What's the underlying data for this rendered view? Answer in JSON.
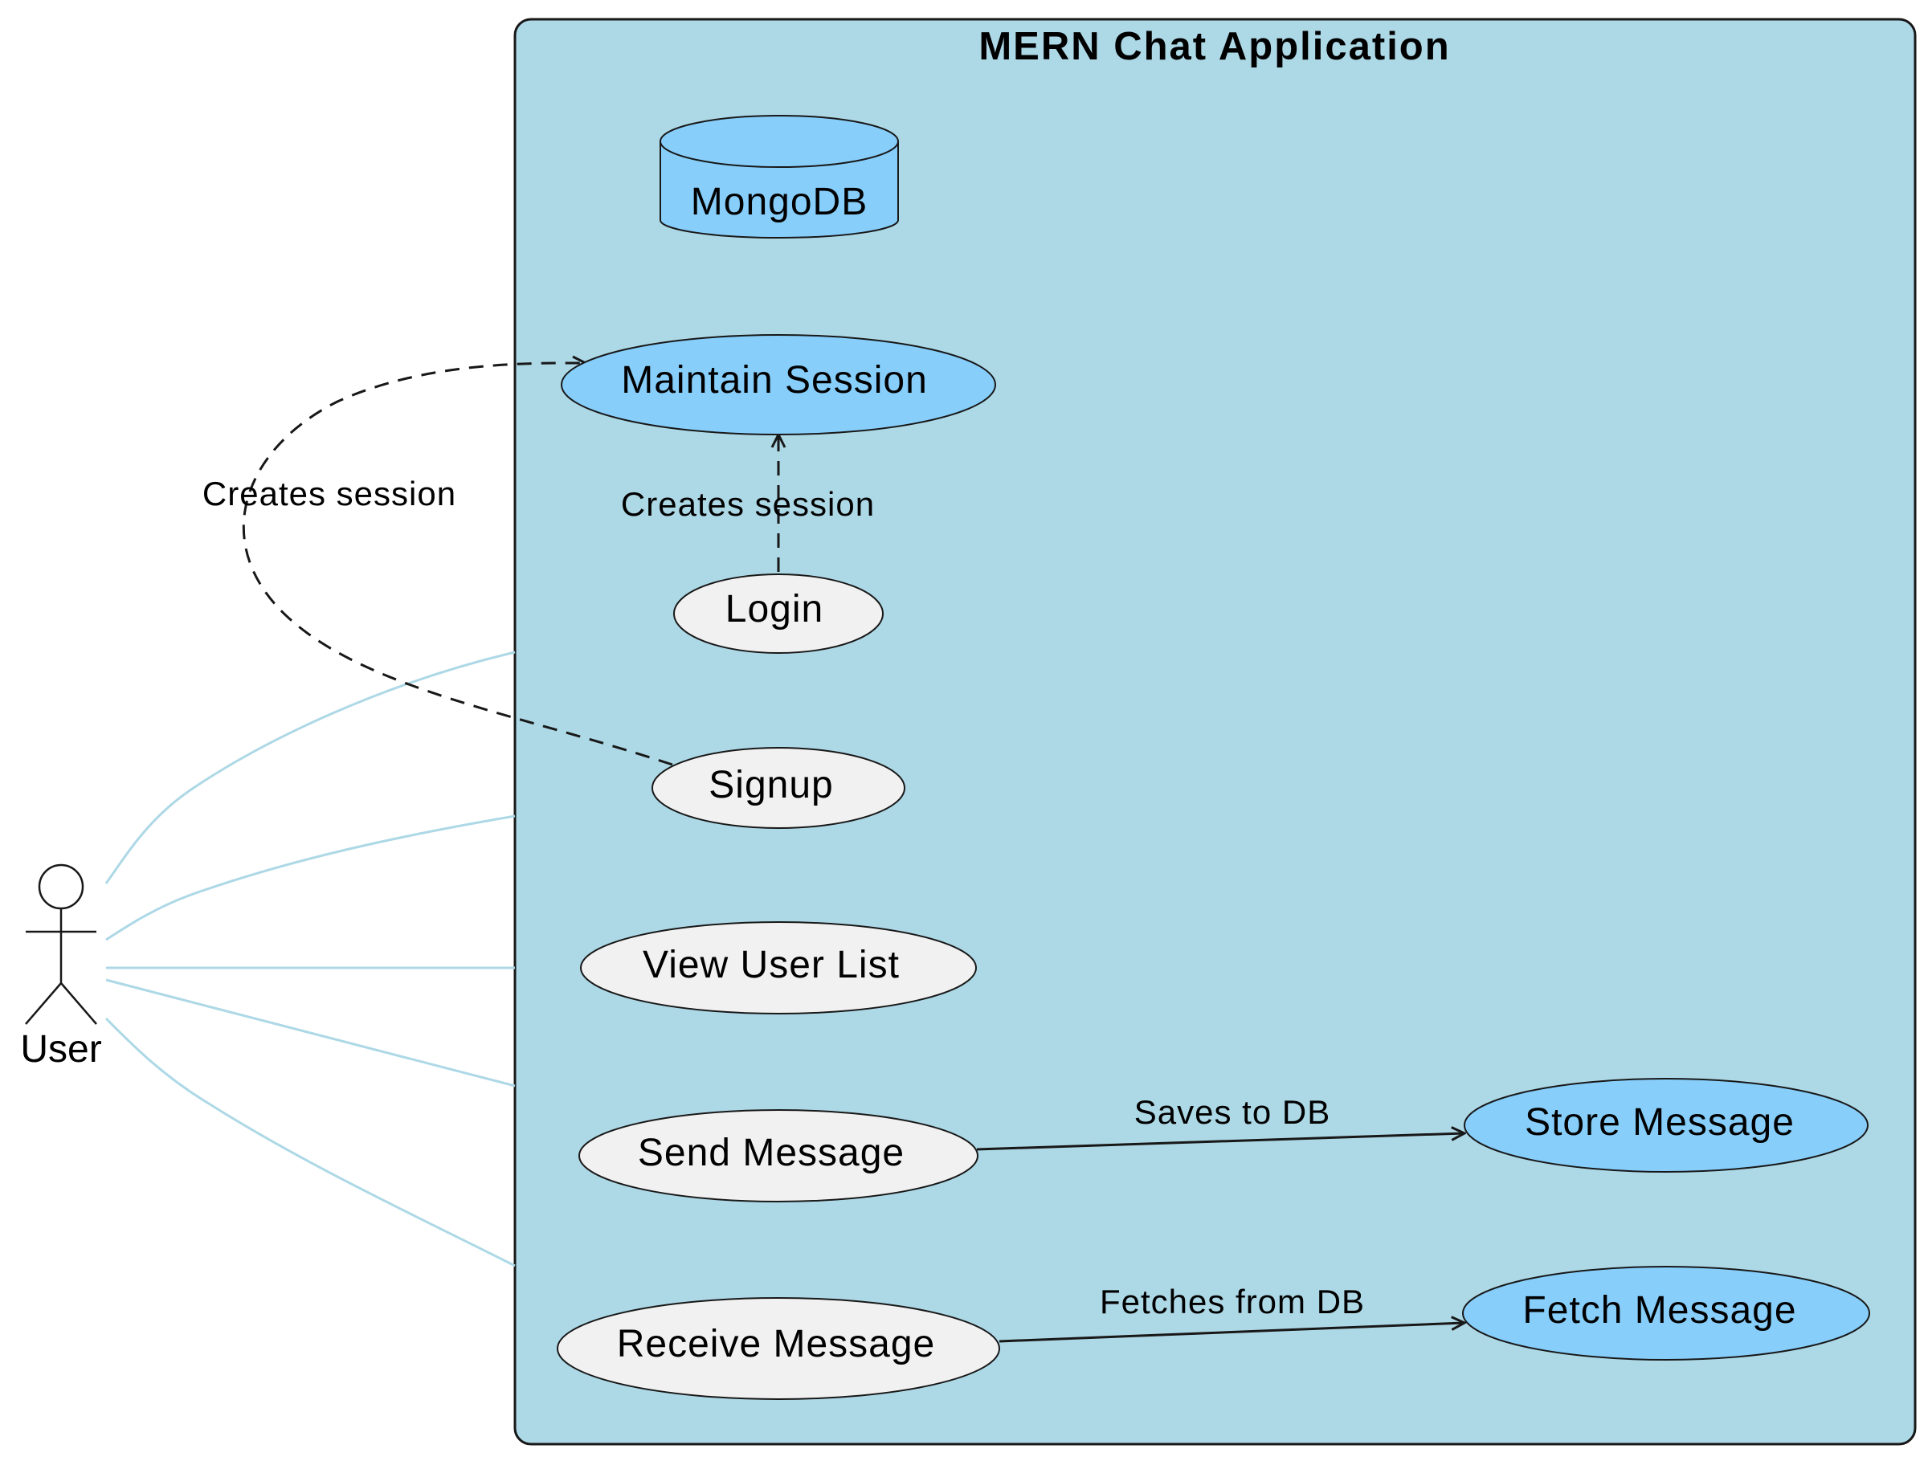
{
  "system": {
    "title": "MERN Chat Application"
  },
  "actor": {
    "label": "User"
  },
  "database": {
    "label": "MongoDB"
  },
  "use_cases": {
    "maintain_session": "Maintain Session",
    "login": "Login",
    "signup": "Signup",
    "view_user_list": "View User List",
    "send_message": "Send Message",
    "receive_message": "Receive Message",
    "store_message": "Store Message",
    "fetch_message": "Fetch Message"
  },
  "edges": {
    "signup_to_session": "Creates session",
    "login_to_session": "Creates session",
    "send_to_store": "Saves to DB",
    "receive_to_fetch": "Fetches from DB"
  },
  "colors": {
    "system_fill": "#ADD8E6",
    "highlight_fill": "#87CEFA",
    "default_fill": "#F1F1F1",
    "actor_link": "#ADD8E6",
    "stroke": "#181818"
  }
}
